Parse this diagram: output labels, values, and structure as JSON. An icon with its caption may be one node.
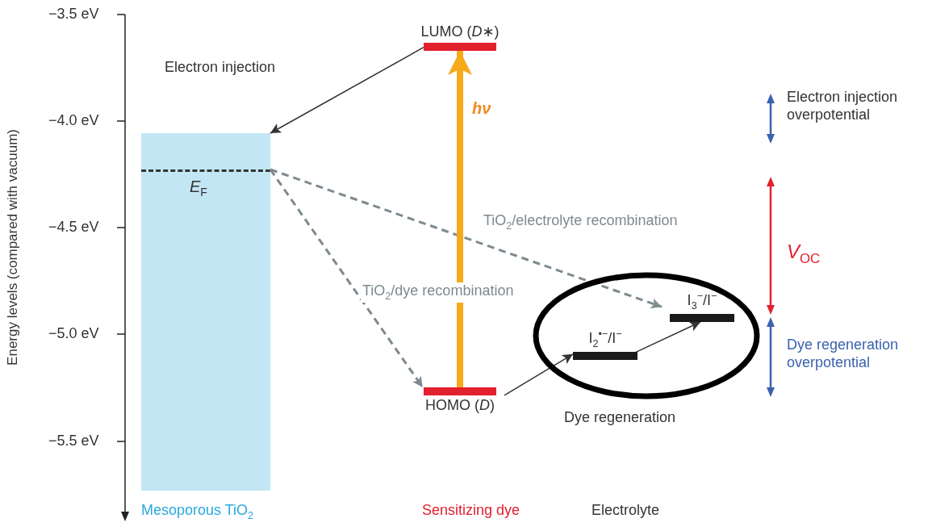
{
  "diagram": {
    "nodes": [
      {
        "text": [],
        "shape": "box"
      },
      {
        "text": [
          "*E*$_{F}$"
        ],
        "in": 0
      },
      {
        "text": [
          "LUMO (*D*∗)"
        ]
      },
      {
        "text": [
          "HOMO (*D*)"
        ]
      },
      {
        "text": [],
        "shape": "circle"
      },
      {
        "text": [
          "I$_{2}$$^{•−}$/I$^{−}$"
        ],
        "in": 4
      },
      {
        "text": [
          "I$_{3}$$^{−}$/I$^{−}$"
        ],
        "in": 4
      }
    ],
    "edges": [
      {
        "from": 2,
        "to": 0,
        "arrow": "to",
        "label": "Electron injection"
      },
      {
        "from": 1,
        "to": 6,
        "arrow": "to",
        "label": "TiO$_{2}$/electrolyte recombination",
        "style": "dashed",
        "color": "#7d8a8f"
      },
      {
        "from": 1,
        "to": 3,
        "arrow": "to",
        "label": "TiO$_{2}$/dye recombination",
        "style": "dashed",
        "color": "#7d8a8f"
      },
      {
        "from": 3,
        "to": 2,
        "arrow": "to",
        "label": "hν",
        "style": "thick",
        "color": "#f6a91b"
      },
      {
        "from": 3,
        "to": 5,
        "arrow": "to",
        "label": "Dye regeneration"
      },
      {
        "from": 5,
        "to": 6,
        "arrow": "to"
      }
    ],
    "labels": [
      "Energy levels (compared with vacuum)",
      "−3.5 eV",
      "−4.0 eV",
      "−4.5 eV",
      "−5.0 eV",
      "−5.5 eV",
      "Mesoporous TiO$_{2}$",
      "Sensitizing dye",
      "Electrolyte",
      "Electron injection overpotential",
      "*V*$_{OC}$",
      "Dye regeneration overpotential"
    ]
  }
}
